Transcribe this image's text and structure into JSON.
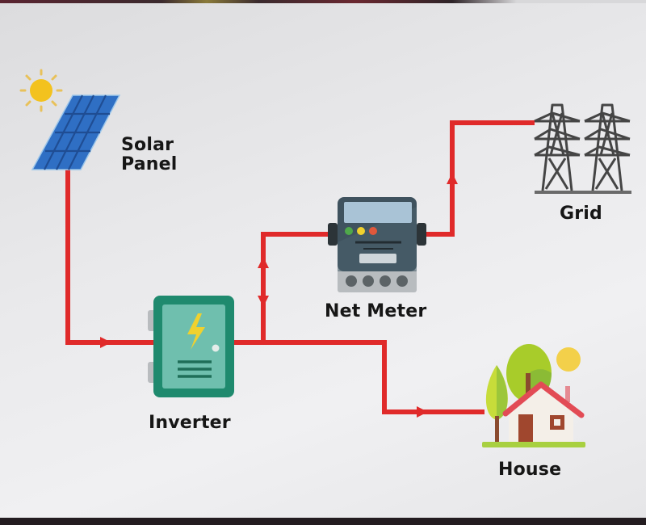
{
  "diagram": {
    "title": "Grid-tied solar power system",
    "nodes": {
      "solar_panel": {
        "label": "Solar\nPanel",
        "icon": "solar-panel-icon"
      },
      "inverter": {
        "label": "Inverter",
        "icon": "inverter-icon"
      },
      "net_meter": {
        "label": "Net Meter",
        "icon": "net-meter-icon"
      },
      "grid": {
        "label": "Grid",
        "icon": "transmission-tower-icon"
      },
      "house": {
        "label": "House",
        "icon": "house-icon"
      }
    },
    "edges": [
      {
        "from": "solar_panel",
        "to": "inverter",
        "direction": "one-way"
      },
      {
        "from": "inverter",
        "to": "net_meter",
        "direction": "two-way"
      },
      {
        "from": "net_meter",
        "to": "grid",
        "direction": "one-way"
      },
      {
        "from": "inverter",
        "to": "house",
        "direction": "one-way"
      }
    ],
    "colors": {
      "wire": "#e02a2a",
      "panel_blue": "#2f6fc4",
      "inverter_green": "#1f8a6e",
      "meter_slate": "#3f525e",
      "tower_gray": "#4a4a4a",
      "roof_red": "#e24b55",
      "sun_yellow": "#f3c21e"
    }
  }
}
